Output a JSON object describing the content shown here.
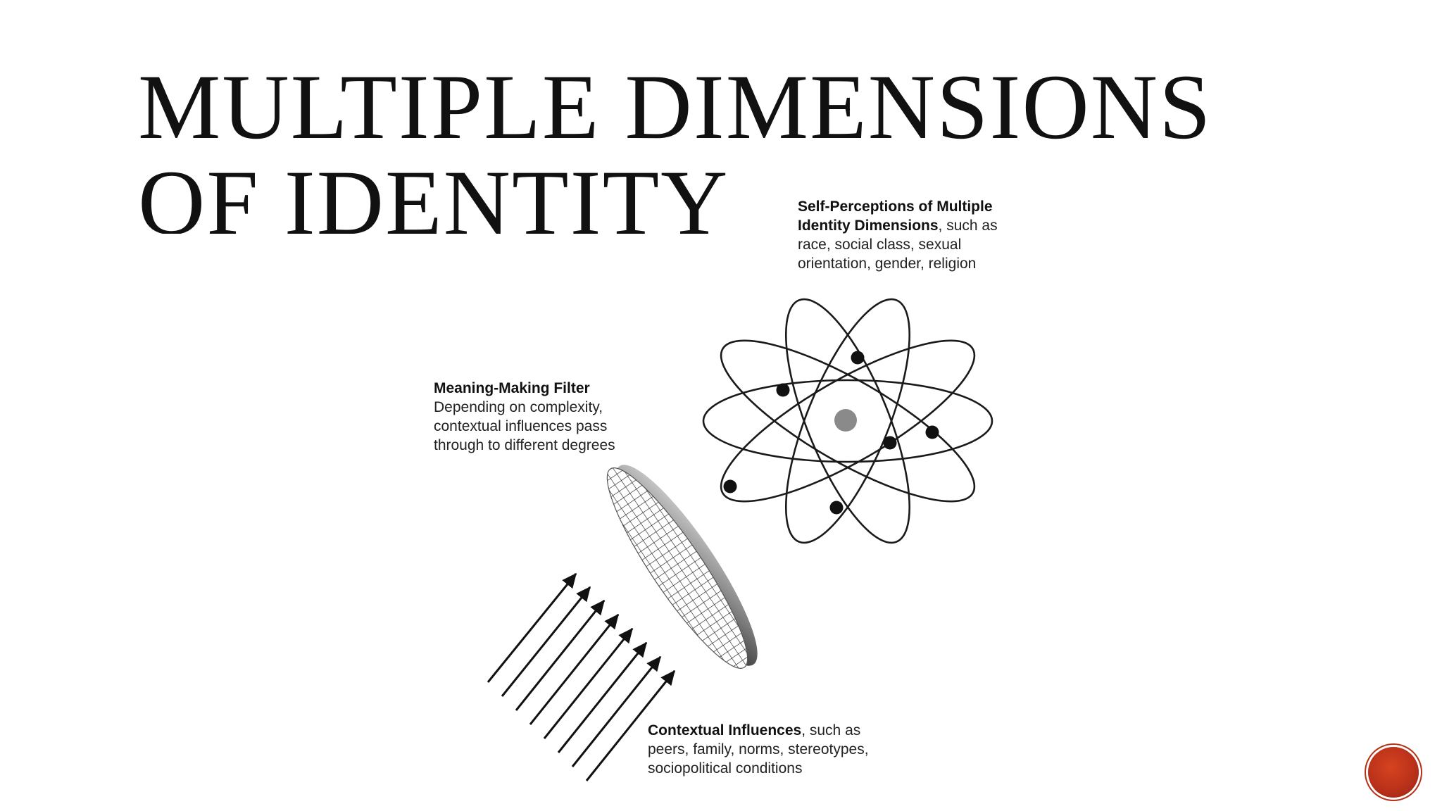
{
  "slide": {
    "title_line1": "MULTIPLE DIMENSIONS",
    "title_line2": "OF IDENTITY"
  },
  "diagram": {
    "self_perceptions": {
      "heading_line1": "Self-Perceptions of Multiple",
      "heading_line2": "Identity Dimensions",
      "text_line2_rest": ", such as",
      "text_line3": "race, social class, sexual",
      "text_line4": "orientation, gender, religion"
    },
    "filter": {
      "heading": "Meaning-Making Filter",
      "text_line1": "Depending on complexity,",
      "text_line2": "contextual influences pass",
      "text_line3": "through to different degrees"
    },
    "contextual": {
      "heading": "Contextual Influences",
      "text_line1_rest": ", such as",
      "text_line2": "peers, family, norms, stereotypes,",
      "text_line3": "sociopolitical conditions"
    }
  },
  "colors": {
    "nucleus": "#8a8a8a",
    "nav_button": "#c23a1c"
  },
  "icons": {
    "nav_button": "nav-circle-icon"
  }
}
